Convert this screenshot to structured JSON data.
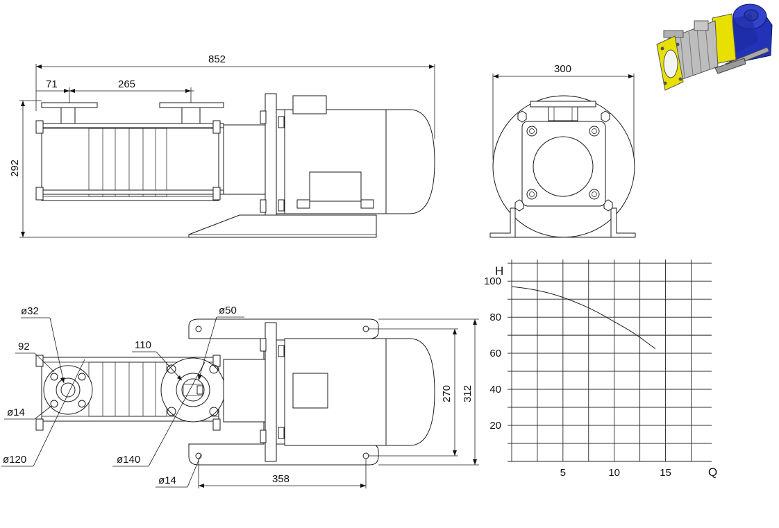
{
  "side_view": {
    "overall_length": "852",
    "offset": "71",
    "flange_spacing": "265",
    "height": "292"
  },
  "end_view": {
    "width": "300"
  },
  "top_view": {
    "suction_bore": "ø32",
    "suction_pcd": "92",
    "suction_bolt_hole": "ø14",
    "suction_flange": "ø120",
    "discharge_bore": "ø50",
    "discharge_pcd": "110",
    "discharge_flange": "ø140",
    "base_hole": "ø14",
    "base_hole_spacing": "358",
    "base_inner_width": "270",
    "base_outer_width": "312"
  },
  "chart_data": {
    "type": "line",
    "xlabel": "Q",
    "ylabel": "H",
    "x_ticks": [
      5,
      10,
      15
    ],
    "y_ticks": [
      20,
      40,
      60,
      80,
      100
    ],
    "xlim": [
      0,
      19.5
    ],
    "ylim": [
      0,
      112
    ],
    "grid": true,
    "series": [
      {
        "x": [
          0,
          2,
          4,
          6,
          8,
          10,
          12,
          14
        ],
        "y": [
          97,
          95.5,
          93,
          89,
          84,
          77.5,
          71,
          62.5
        ]
      }
    ]
  },
  "colors": {
    "line": "#1a1a1a",
    "motor_blue": "#2233b8",
    "adapter_yellow": "#e8e000",
    "pump_steel": "#b9b9b9"
  }
}
